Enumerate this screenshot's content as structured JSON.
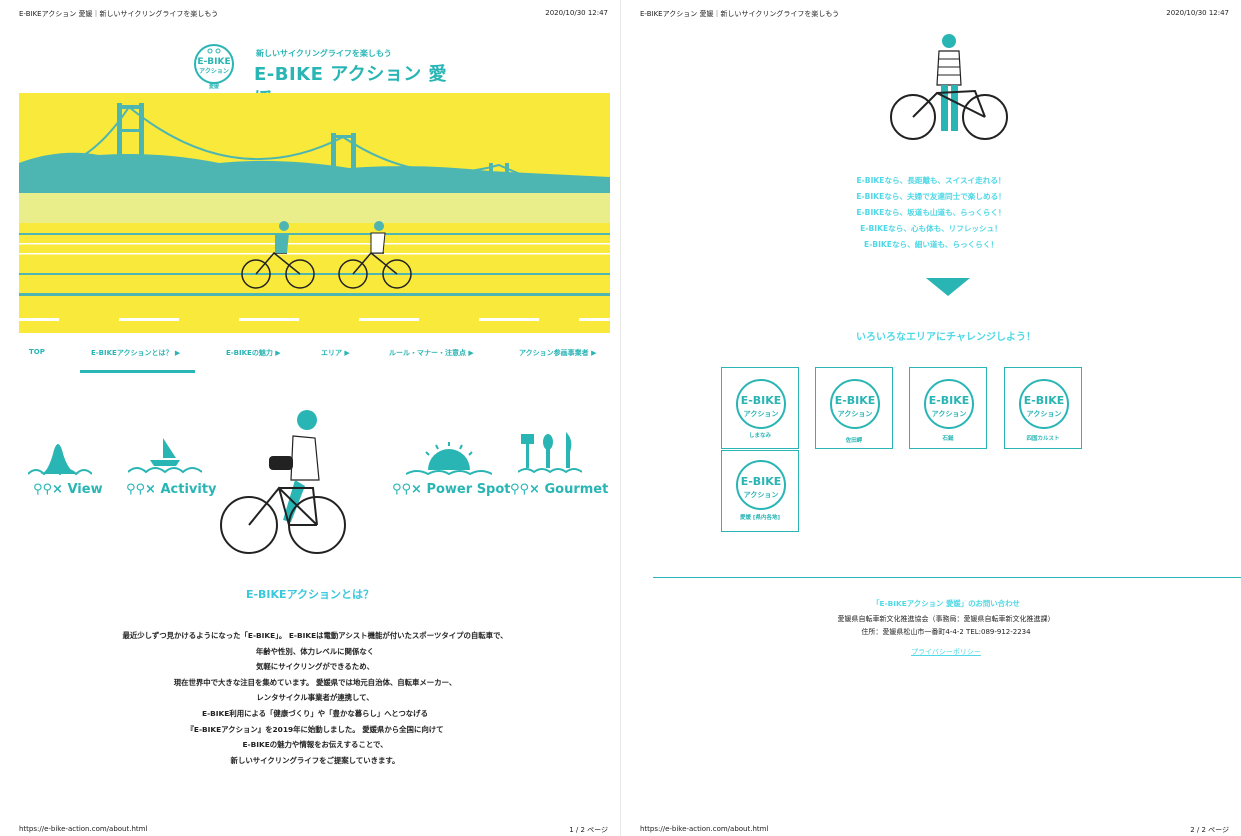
{
  "header": {
    "title": "E-BIKEアクション 愛媛｜新しいサイクリングライフを楽しもう",
    "datetime": "2020/10/30 12:47"
  },
  "footer": {
    "url": "https://e-bike-action.com/about.html",
    "page1": "1 / 2 ページ",
    "page2": "2 / 2 ページ"
  },
  "logo": {
    "tagline": "新しいサイクリングライフを楽しもう",
    "title": "E-BIKE アクション 愛媛",
    "badge_top": "E-BIKE",
    "badge_mid": "アクション",
    "badge_bottom": "愛媛"
  },
  "nav": [
    {
      "label": "TOP"
    },
    {
      "label": "E-BIKEアクションとは？ ▶"
    },
    {
      "label": "E-BIKEの魅力 ▶"
    },
    {
      "label": "エリア ▶"
    },
    {
      "label": "ルール・マナー・注意点 ▶"
    },
    {
      "label": "アクション参画事業者 ▶"
    }
  ],
  "features": [
    {
      "label": "× View"
    },
    {
      "label": "× Activity"
    },
    {
      "label": "× Power Spot"
    },
    {
      "label": "× Gourmet"
    }
  ],
  "about": {
    "title": "E-BIKEアクションとは？",
    "lines": [
      "最近少しずつ見かけるようになった「E-BIKE」。 E-BIKEは電動アシスト機能が付いたスポーツタイプの自転車で、",
      "年齢や性別、体力レベルに関係なく",
      "気軽にサイクリングができるため、",
      "現在世界中で大きな注目を集めています。 愛媛県では地元自治体、自転車メーカー、",
      "レンタサイクル事業者が連携して、",
      "E-BIKE利用による「健康づくり」や「豊かな暮らし」へとつなげる",
      "『E-BIKEアクション』を2019年に始動しました。 愛媛県から全国に向けて",
      "E-BIKEの魅力や情報をお伝えすることで、",
      "新しいサイクリングライフをご提案していきます。"
    ]
  },
  "claims": [
    "E-BIKEなら、長距離も、スイスイ走れる！",
    "E-BIKEなら、夫婦で友達同士で楽しめる！",
    "E-BIKEなら、坂道も山道も、らっくらく！",
    "E-BIKEなら、心も体も、リフレッシュ！",
    "E-BIKEなら、細い道も、らっくらく！"
  ],
  "areas": {
    "title": "いろいろなエリアにチャレンジしよう！",
    "items": [
      {
        "label": "しまなみ"
      },
      {
        "label": "佐田岬"
      },
      {
        "label": "石鎚"
      },
      {
        "label": "四国カルスト"
      },
      {
        "label": "愛媛 [県内各地]"
      }
    ]
  },
  "contact": {
    "title": "「E-BIKEアクション 愛媛」のお問い合わせ",
    "org": "愛媛県自転車新文化推進協会（事務局：愛媛県自転車新文化推進課）",
    "address": "住所：愛媛県松山市一番町4-4-2 TEL:089-912-2234",
    "privacy": "プライバシーポリシー"
  },
  "colors": {
    "accent": "#2ab5b5",
    "light_accent": "#4fd8e6",
    "hero_bg": "#f8e93a"
  }
}
